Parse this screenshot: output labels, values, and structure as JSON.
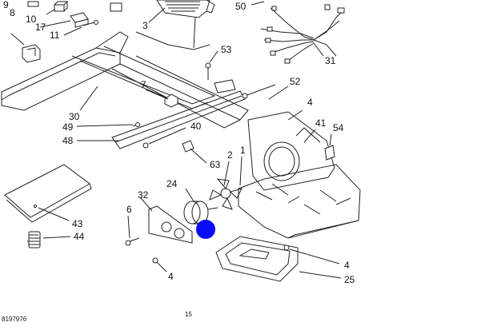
{
  "diagram": {
    "callouts": {
      "c8": "8",
      "c9": "9",
      "c10": "10",
      "c17": "17",
      "c11": "11",
      "c3": "3",
      "c50": "50",
      "c31": "31",
      "c53": "53",
      "c7": "7",
      "c52": "52",
      "c30": "30",
      "c4a": "4",
      "c41": "41",
      "c54": "54",
      "c49": "49",
      "c48": "48",
      "c40": "40",
      "c2": "2",
      "c1": "1",
      "c63": "63",
      "c24": "24",
      "c32": "32",
      "c6": "6",
      "c43": "43",
      "c44": "44",
      "c4b": "4",
      "c4c": "4",
      "c25": "25"
    },
    "doc_number": "8197976",
    "page_number": "15",
    "marker_color": "#0a0aff"
  }
}
